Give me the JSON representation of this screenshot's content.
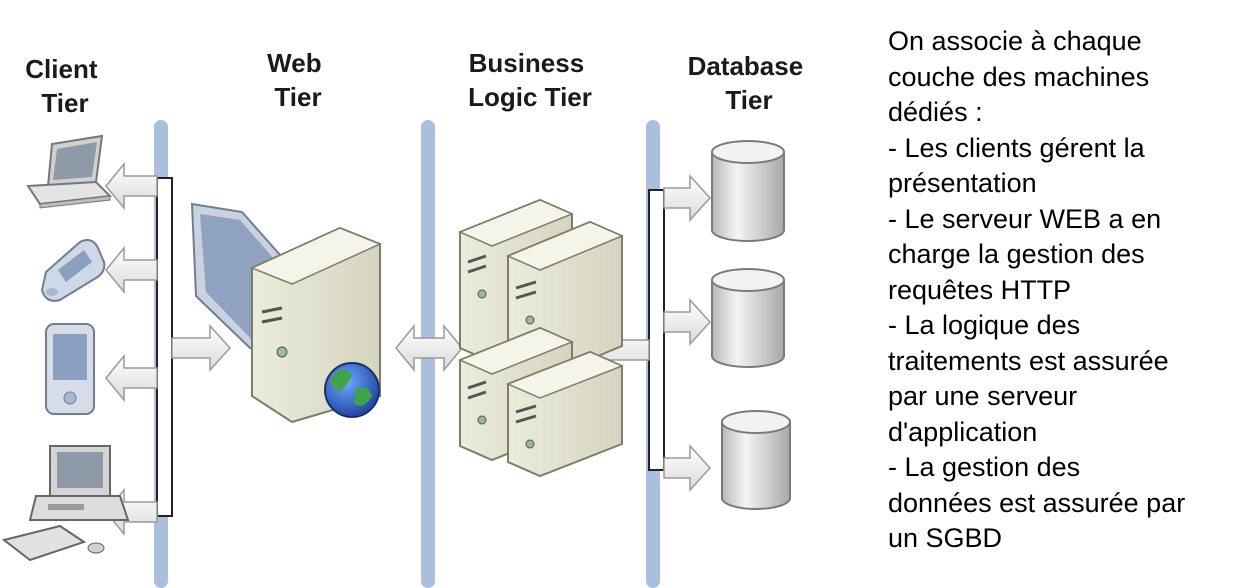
{
  "tiers": {
    "client": [
      "Client",
      "Tier"
    ],
    "web": [
      "Web",
      "Tier"
    ],
    "business": [
      "Business",
      "Logic Tier"
    ],
    "database": [
      "Database",
      "Tier"
    ]
  },
  "description_lines": [
    "On associe à chaque",
    "couche des machines",
    "dédiés :",
    "- Les clients gérent la",
    "présentation",
    "- Le serveur WEB a en",
    "charge la gestion des",
    "requêtes HTTP",
    "- La logique des",
    "traitements est assurée",
    "par une serveur",
    "d'application",
    "- La gestion des",
    "données est assurée par",
    "un SGBD"
  ]
}
